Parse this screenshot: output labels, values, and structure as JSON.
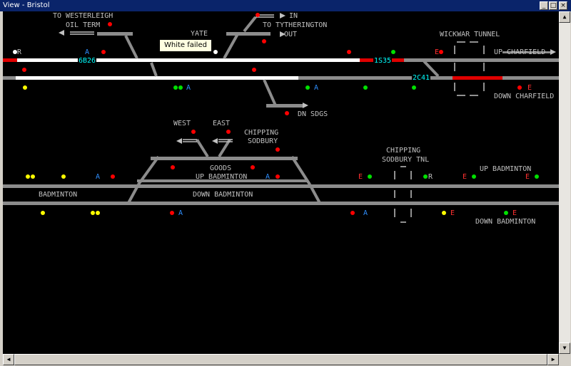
{
  "window": {
    "title": "View - Bristol"
  },
  "tooltip": {
    "text": "White failed"
  },
  "labels": {
    "to_westerleigh": "TO WESTERLEIGH",
    "oil_term": "OIL TERM",
    "yate": "YATE",
    "in": "IN",
    "to_tytherington": "TO TYTHERINGTON",
    "out": "OUT",
    "wickwar_tunnel": "WICKWAR TUNNEL",
    "up_charfield": "UP CHARFIELD",
    "down_charfield": "DOWN CHARFIELD",
    "dn_sdgs": "DN SDGS",
    "west": "WEST",
    "east": "EAST",
    "chipping_sodbury_1": "CHIPPING",
    "chipping_sodbury_2": "SODBURY",
    "goods": "GOODS",
    "up_badminton_inner": "UP BADMINTON",
    "chipping_sodbury_tnl_1": "CHIPPING",
    "chipping_sodbury_tnl_2": "SODBURY TNL",
    "up_badminton_right": "UP BADMINTON",
    "badminton": "BADMINTON",
    "down_badminton_inner": "DOWN BADMINTON",
    "down_badminton_right": "DOWN BADMINTON"
  },
  "berths": [
    "6B26",
    "1S35",
    "2C41"
  ],
  "signal_tags": {
    "a": "A",
    "e": "E",
    "r": "R"
  },
  "colors": {
    "track": "#8c8c8c",
    "route_white": "#ffffff",
    "occupied_red": "#e00000",
    "signal_red": "#ff0000",
    "signal_green": "#00e000",
    "signal_yellow": "#ffff00",
    "berth_cyan": "#00ffff",
    "auto_blue": "#2f8fff"
  }
}
